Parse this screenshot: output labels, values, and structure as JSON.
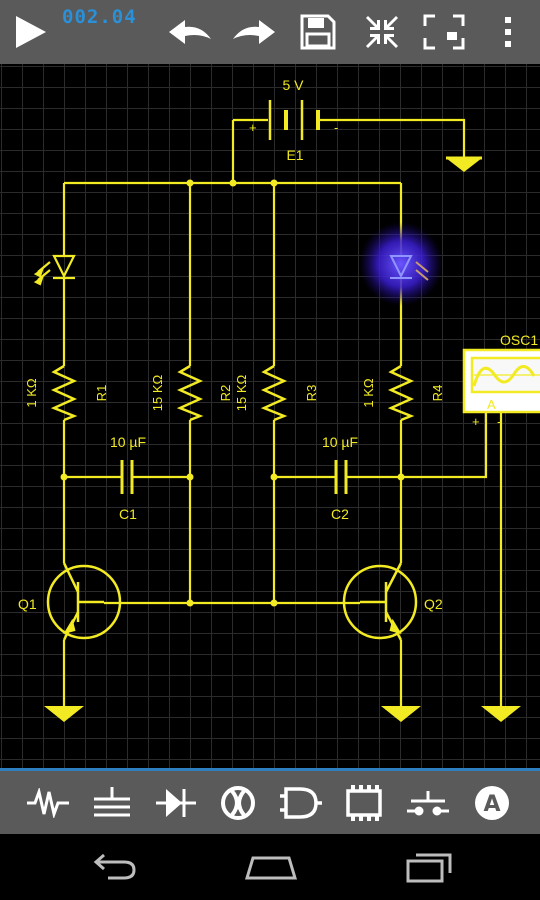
{
  "toolbar": {
    "timer": "002.04",
    "icons": [
      "play-icon",
      "undo-icon",
      "redo-icon",
      "save-icon",
      "shrink-icon",
      "fullscreen-icon",
      "overflow-menu-icon"
    ]
  },
  "circuit": {
    "battery": {
      "voltage": "5 V",
      "name": "E1",
      "plus": "+",
      "minus": "-"
    },
    "r1": {
      "value": "1 KΩ",
      "name": "R1"
    },
    "r2": {
      "value": "15 KΩ",
      "name": "R2"
    },
    "r3": {
      "value": "15 KΩ",
      "name": "R3"
    },
    "r4": {
      "value": "1 KΩ",
      "name": "R4"
    },
    "c1": {
      "value": "10 µF",
      "name": "C1"
    },
    "c2": {
      "value": "10 µF",
      "name": "C2"
    },
    "q1": {
      "name": "Q1"
    },
    "q2": {
      "name": "Q2"
    },
    "osc": {
      "name": "OSC1",
      "channel": "A",
      "plus": "+",
      "minus": "-"
    }
  },
  "palette": {
    "icons": [
      "resistor-icon",
      "ground-icon",
      "diode-icon",
      "lamp-icon",
      "logic-gate-icon",
      "chip-icon",
      "switch-icon",
      "ammeter-icon"
    ]
  },
  "colors": {
    "wire": "#f2ea22",
    "toolbar": "#5a5a5a",
    "accent": "#2e7fc0",
    "timer": "#2a90d8",
    "led_glow": "#5533ff"
  }
}
